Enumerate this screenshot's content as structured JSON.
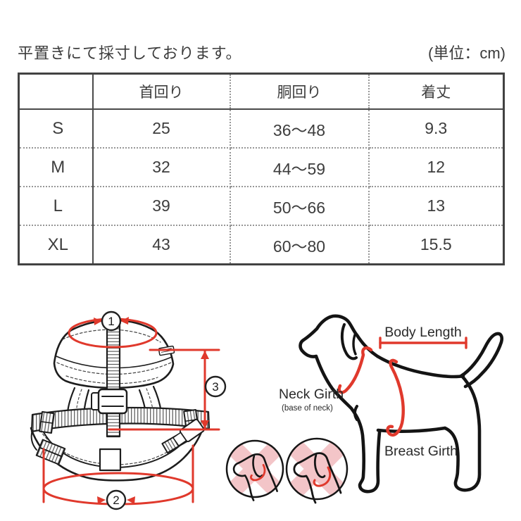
{
  "header": {
    "note": "平置きにて採寸しております。",
    "unit": "(単位：cm)"
  },
  "table": {
    "columns": [
      "首回り",
      "胴回り",
      "着丈"
    ],
    "rows": [
      {
        "size": "S",
        "neck": "25",
        "girth": "36〜48",
        "length": "9.3"
      },
      {
        "size": "M",
        "neck": "32",
        "girth": "44〜59",
        "length": "12"
      },
      {
        "size": "L",
        "neck": "39",
        "girth": "50〜66",
        "length": "13"
      },
      {
        "size": "XL",
        "neck": "43",
        "girth": "60〜80",
        "length": "15.5"
      }
    ]
  },
  "diagram": {
    "harness": {
      "dim_neck": "1",
      "dim_girth": "2",
      "dim_length": "3"
    },
    "dog": {
      "body_length_label": "Body Length",
      "neck_girth_label": "Neck Girth",
      "neck_girth_sub": "(base of neck)",
      "breast_girth_label": "Breast Girth"
    },
    "colors": {
      "accent_red": "#e0392c",
      "wrong_pink": "#f3c5c8",
      "line": "#1a1a1a"
    }
  }
}
